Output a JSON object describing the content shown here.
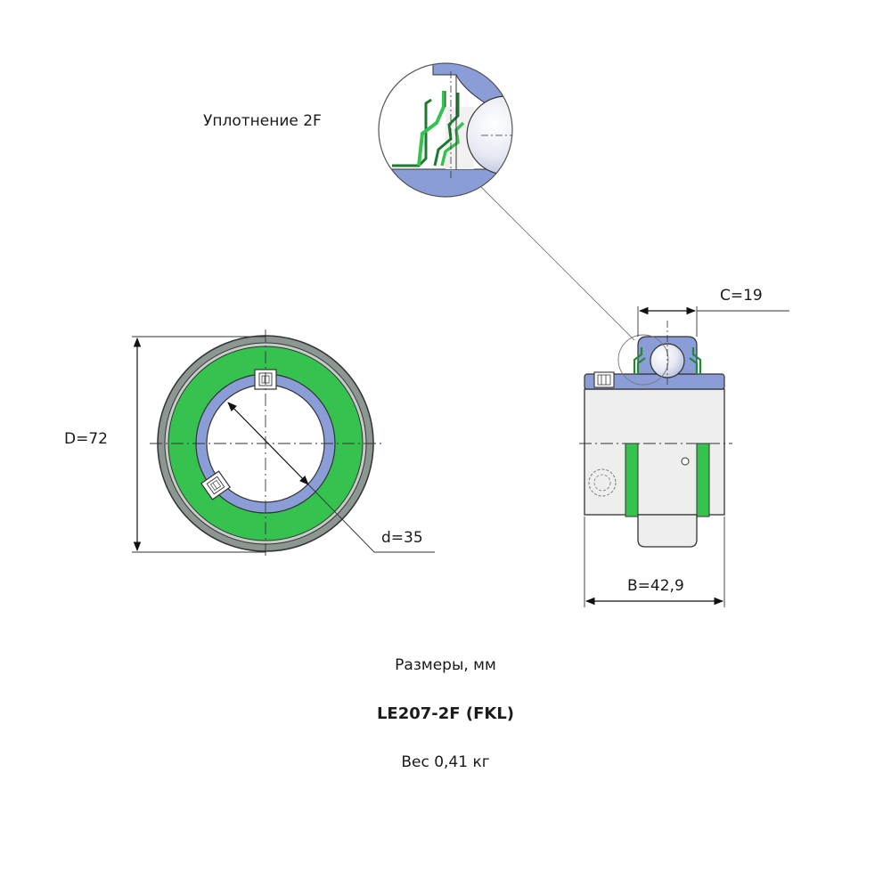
{
  "labels": {
    "seal": "Уплотнение 2F",
    "outer_diameter": "D=72",
    "bore_diameter": "d=35",
    "width_c": "C=19",
    "width_b": "B=42,9"
  },
  "footer": {
    "units": "Размеры, мм",
    "model": "LE207-2F (FKL)",
    "weight": "Вес 0,41 кг"
  },
  "colors": {
    "seal_green": "#35c24f",
    "ring_blue": "#8a9dd6",
    "ring_grey": "#8d9792",
    "body_grey": "#eeeeee",
    "outline": "#333333"
  }
}
